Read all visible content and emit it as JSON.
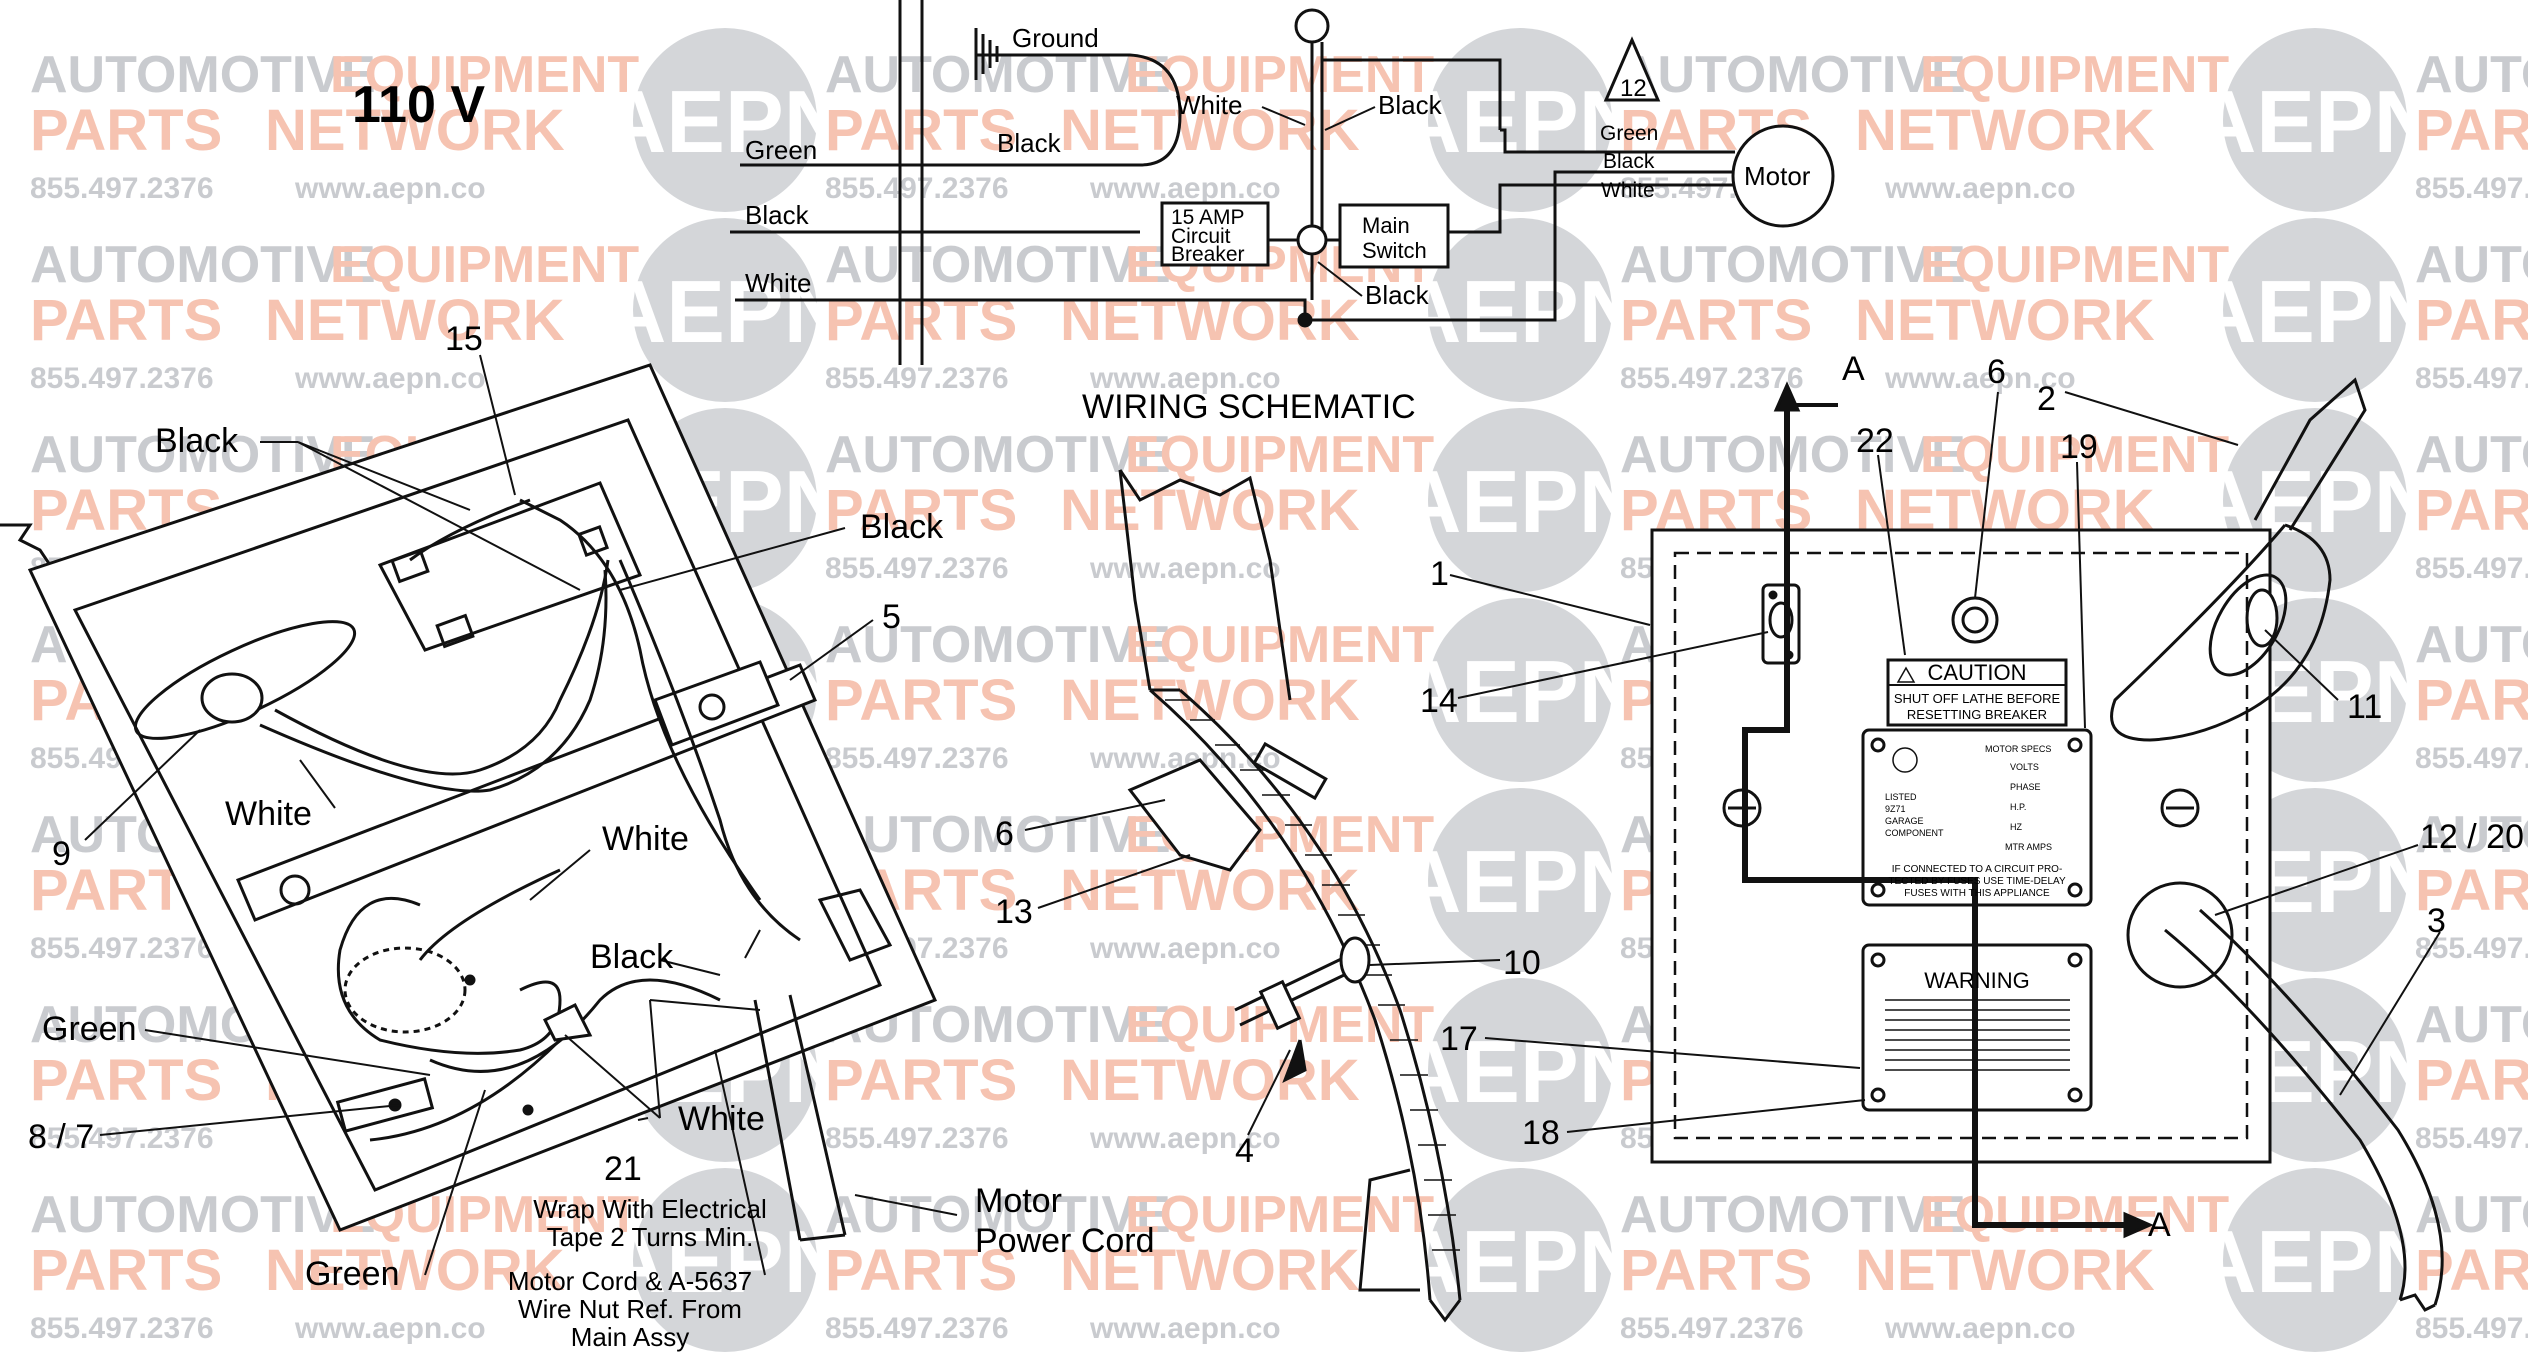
{
  "watermark": {
    "line1_a": "AUTOMOTIVE",
    "line1_b": "EQUIPMENT",
    "line2_a": "PARTS",
    "line2_b": "NETWORK",
    "phone": "855.497.2376",
    "url": "www.aepn.co",
    "logo": "AEPN",
    "colors": {
      "gray": "#c9cbcf",
      "salmon": "#f6c3b1",
      "logo_fill": "#d4d6d9"
    }
  },
  "voltage_label": "110 V",
  "schematic": {
    "title": "WIRING SCHEMATIC",
    "ground": "Ground",
    "green": "Green",
    "black": "Black",
    "white": "White",
    "breaker_l1": "15 AMP",
    "breaker_l2": "Circuit",
    "breaker_l3": "Breaker",
    "switch_l1": "Main",
    "switch_l2": "Switch",
    "motor": "Motor",
    "ref_12": "12"
  },
  "left_view": {
    "black": "Black",
    "white": "White",
    "green": "Green",
    "tape_note_l1": "Wrap With Electrical",
    "tape_note_l2": "Tape 2 Turns Min.",
    "nut_note_l1": "Motor Cord & A-5637",
    "nut_note_l2": "Wire Nut Ref. From",
    "nut_note_l3": "Main Assy",
    "cord_l1": "Motor",
    "cord_l2": "Power Cord",
    "refs": {
      "r15": "15",
      "r5": "5",
      "r9": "9",
      "r87": "8 / 7",
      "r21": "21"
    }
  },
  "middle_view": {
    "refs": {
      "r6": "6",
      "r13": "13",
      "r10": "10",
      "r4": "4"
    }
  },
  "right_view": {
    "section_a": "A",
    "caution_title": "CAUTION",
    "caution_l1": "SHUT OFF LATHE BEFORE",
    "caution_l2": "RESETTING BREAKER",
    "warning_title": "WARNING",
    "plate_listed_l1": "LISTED",
    "plate_listed_l2": "9Z71",
    "plate_listed_l3": "GARAGE",
    "plate_listed_l4": "COMPONENT",
    "plate_specs": "MOTOR SPECS",
    "plate_volts": "VOLTS",
    "plate_phase": "PHASE",
    "plate_hp": "H.P.",
    "plate_hz": "HZ",
    "plate_amps": "MTR AMPS",
    "plate_note_l1": "IF CONNECTED TO A CIRCUIT PRO-",
    "plate_note_l2": "TECTED BY FUSES USE TIME-DELAY",
    "plate_note_l3": "FUSES WITH THIS APPLIANCE",
    "refs": {
      "r6": "6",
      "r2": "2",
      "r22": "22",
      "r19": "19",
      "r1": "1",
      "r14": "14",
      "r11": "11",
      "r1220": "12 / 20",
      "r3": "3",
      "r17": "17",
      "r18": "18"
    }
  }
}
